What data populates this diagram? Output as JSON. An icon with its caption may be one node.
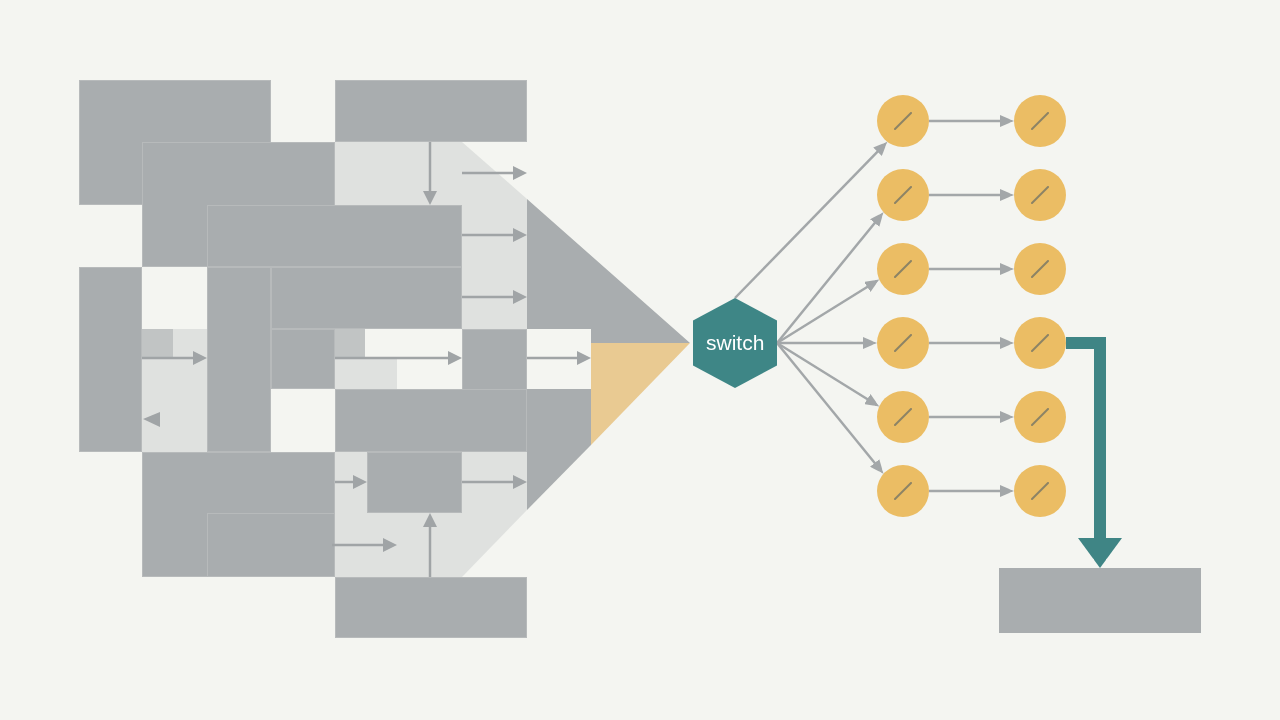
{
  "diagram": {
    "nodes": [
      {
        "text": [
          "switch"
        ]
      },
      {
        "text": [],
        "shape": "circle"
      },
      {
        "text": [],
        "shape": "circle"
      },
      {
        "text": [],
        "shape": "circle"
      },
      {
        "text": [],
        "shape": "circle"
      },
      {
        "text": [],
        "shape": "circle"
      },
      {
        "text": [],
        "shape": "circle"
      },
      {
        "text": [],
        "shape": "circle"
      },
      {
        "text": [],
        "shape": "circle"
      },
      {
        "text": [],
        "shape": "circle"
      },
      {
        "text": [],
        "shape": "circle"
      },
      {
        "text": [],
        "shape": "circle"
      },
      {
        "text": [],
        "shape": "circle"
      },
      {
        "text": [],
        "shape": "box"
      }
    ],
    "edges": [
      {
        "from": 0,
        "to": 1,
        "arrow": "to"
      },
      {
        "from": 0,
        "to": 3,
        "arrow": "to"
      },
      {
        "from": 0,
        "to": 5,
        "arrow": "to"
      },
      {
        "from": 0,
        "to": 7,
        "arrow": "to"
      },
      {
        "from": 0,
        "to": 9,
        "arrow": "to"
      },
      {
        "from": 0,
        "to": 11,
        "arrow": "to"
      },
      {
        "from": 1,
        "to": 2,
        "arrow": "to"
      },
      {
        "from": 3,
        "to": 4,
        "arrow": "to"
      },
      {
        "from": 5,
        "to": 6,
        "arrow": "to"
      },
      {
        "from": 7,
        "to": 8,
        "arrow": "to"
      },
      {
        "from": 9,
        "to": 10,
        "arrow": "to"
      },
      {
        "from": 11,
        "to": 12,
        "arrow": "to"
      },
      {
        "from": 8,
        "to": 13,
        "arrow": "to",
        "style": "thick",
        "color": "#3f8585"
      }
    ]
  }
}
